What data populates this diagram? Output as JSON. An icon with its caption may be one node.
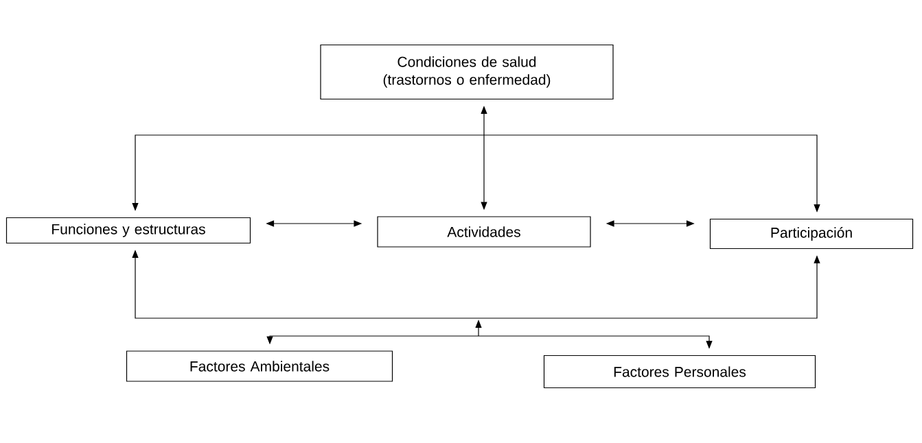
{
  "diagram": {
    "nodes": [
      {
        "text": [
          "Condiciones de salud (trastornos o enfermedad)"
        ]
      },
      {
        "text": [
          "Funciones y estructuras"
        ]
      },
      {
        "text": [
          "Actividades"
        ]
      },
      {
        "text": [
          "Participación"
        ]
      },
      {
        "text": [
          "Factores Ambientales"
        ]
      },
      {
        "text": [
          "Factores Personales"
        ]
      }
    ],
    "edges": [
      {
        "from": 0,
        "to": 2,
        "arrow": "both"
      },
      {
        "from": 1,
        "to": 3,
        "arrow": "both"
      },
      {
        "from": 1,
        "to": 2,
        "arrow": "both"
      },
      {
        "from": 2,
        "to": 3,
        "arrow": "both"
      },
      {
        "from": 1,
        "to": 3,
        "arrow": "both"
      },
      {
        "from": 4,
        "to": 5,
        "arrow": "both"
      }
    ]
  }
}
